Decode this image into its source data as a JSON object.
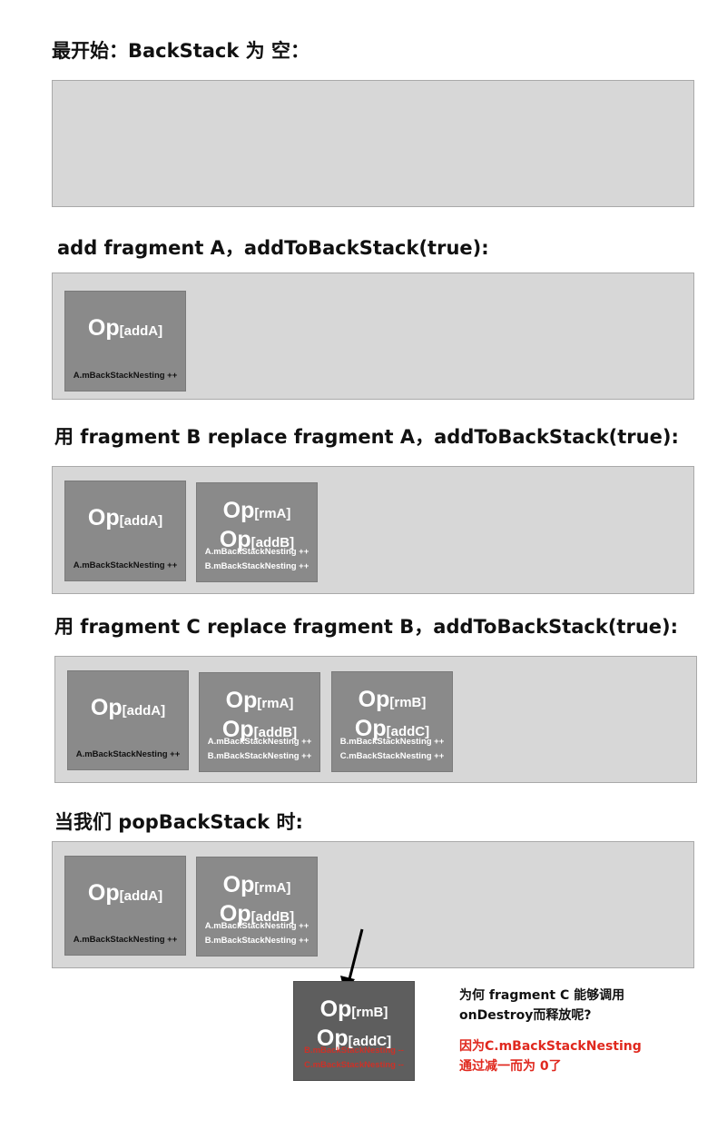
{
  "sections": [
    {
      "title": "最开始：BackStack 为 空：",
      "ops": []
    },
    {
      "title": "add fragment A，addToBackStack(true):",
      "ops": [
        {
          "lines": [
            {
              "main": "Op",
              "sub": "[addA]"
            }
          ],
          "notes": [
            "A.mBackStackNesting ++"
          ]
        }
      ]
    },
    {
      "title": "用 fragment B replace fragment A，addToBackStack(true):",
      "ops": [
        {
          "lines": [
            {
              "main": "Op",
              "sub": "[addA]"
            }
          ],
          "notes": [
            "A.mBackStackNesting ++"
          ]
        },
        {
          "lines": [
            {
              "main": "Op",
              "sub": "[rmA]"
            },
            {
              "main": "Op",
              "sub": "[addB]"
            }
          ],
          "notes": [
            "A.mBackStackNesting ++",
            "B.mBackStackNesting ++"
          ]
        }
      ]
    },
    {
      "title": "用 fragment C replace fragment B，addToBackStack(true):",
      "ops": [
        {
          "lines": [
            {
              "main": "Op",
              "sub": "[addA]"
            }
          ],
          "notes": [
            "A.mBackStackNesting ++"
          ]
        },
        {
          "lines": [
            {
              "main": "Op",
              "sub": "[rmA]"
            },
            {
              "main": "Op",
              "sub": "[addB]"
            }
          ],
          "notes": [
            "A.mBackStackNesting ++",
            "B.mBackStackNesting ++"
          ]
        },
        {
          "lines": [
            {
              "main": "Op",
              "sub": "[rmB]"
            },
            {
              "main": "Op",
              "sub": "[addC]"
            }
          ],
          "notes": [
            "B.mBackStackNesting ++",
            "C.mBackStackNesting ++"
          ]
        }
      ]
    },
    {
      "title": "当我们 popBackStack 时:",
      "ops": [
        {
          "lines": [
            {
              "main": "Op",
              "sub": "[addA]"
            }
          ],
          "notes": [
            "A.mBackStackNesting ++"
          ]
        },
        {
          "lines": [
            {
              "main": "Op",
              "sub": "[rmA]"
            },
            {
              "main": "Op",
              "sub": "[addB]"
            }
          ],
          "notes": [
            "A.mBackStackNesting ++",
            "B.mBackStackNesting ++"
          ]
        }
      ]
    }
  ],
  "popped": {
    "lines": [
      {
        "main": "Op",
        "sub": "[rmB]"
      },
      {
        "main": "Op",
        "sub": "[addC]"
      }
    ],
    "notes": [
      "B.mBackStackNesting --",
      "C.mBackStackNesting --"
    ]
  },
  "explanation": {
    "question_line1": "为何 fragment C 能够调用",
    "question_line2": "onDestroy而释放呢?",
    "answer_line1": "因为C.mBackStackNesting",
    "answer_line2": "通过减一而为 0了",
    "answer_color": "#e0281e"
  }
}
